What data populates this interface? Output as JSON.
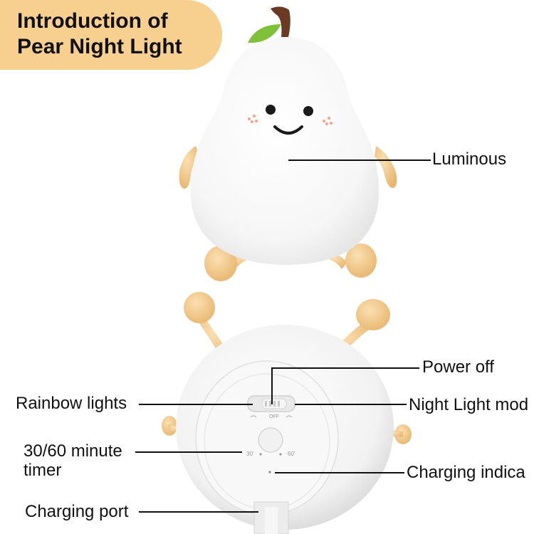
{
  "title": {
    "line1": "Introduction of",
    "line2": "Pear Night Light"
  },
  "labels": {
    "luminous": "Luminous",
    "power_off": "Power off",
    "rainbow": "Rainbow lights",
    "night_mode": "Night Light mod",
    "timer_line1": "30/60 minute",
    "timer_line2": "timer",
    "charging_indicator": "Charging indica",
    "charging_port": "Charging port"
  },
  "switch_labels": {
    "off": "OFF"
  },
  "timer_marks": {
    "m30": "30'",
    "m60": "60'"
  },
  "colors": {
    "badge": "#f7cf8f",
    "limbs": "#f2c98a",
    "leaf": "#7fc23a",
    "stem": "#6b3a23"
  }
}
